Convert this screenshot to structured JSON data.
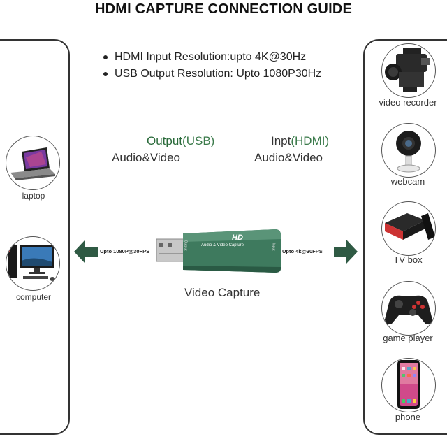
{
  "title": "HDMI CAPTURE CONNECTION GUIDE",
  "bullets": [
    "HDMI Input Resolution:upto 4K@30Hz",
    "USB Output Resolution: Upto 1080P30Hz"
  ],
  "output": {
    "line1": "Output",
    "paren": "(USB)",
    "line2": "Audio&Video"
  },
  "input": {
    "line1": "Inpt",
    "paren": "(HDMI)",
    "line2": "Audio&Video"
  },
  "device": {
    "name": "Video Capture",
    "badge": "HD",
    "subtitle": "Audio & Video Capture",
    "left_tag": "Output",
    "right_tag": "Input"
  },
  "left_speed": "Upto 1080P@30FPS",
  "right_speed": "Upto 4k@30FPS",
  "left_devices": [
    {
      "label": "laptop",
      "icon": "laptop-icon"
    },
    {
      "label": "computer",
      "icon": "computer-icon"
    }
  ],
  "right_devices": [
    {
      "label": "video recorder",
      "icon": "video-recorder-icon"
    },
    {
      "label": "webcam",
      "icon": "webcam-icon"
    },
    {
      "label": "TV box",
      "icon": "tv-box-icon"
    },
    {
      "label": "game player",
      "icon": "game-controller-icon"
    },
    {
      "label": "phone",
      "icon": "phone-icon"
    }
  ],
  "colors": {
    "accent_green": "#2f6b50",
    "device_green": "#3e7a5e",
    "text": "#222222"
  }
}
